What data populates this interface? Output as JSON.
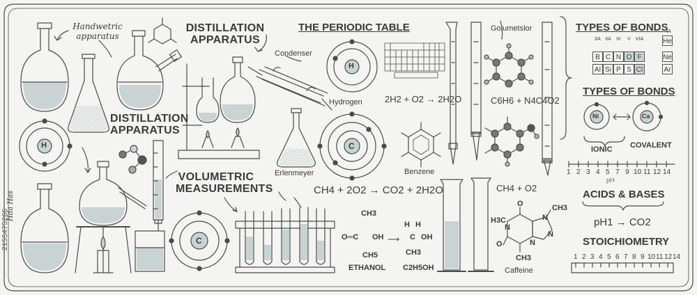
{
  "labels": {
    "handwritten_apparatus": "Handwetric apparatus",
    "distillation_top": "DISTILLATION APPARATUS",
    "distillation_left": "DISTILLATION APPARATUS",
    "periodic_table": "THE PERIODIC TABLE",
    "condenser": "Condenser",
    "hydrogen": "Hydrogen",
    "h_symbol": "H",
    "c_symbol": "C",
    "erlenmeyer": "Erlenmeyer",
    "benzene": "Benzene",
    "volumetric": "VOLUMETRIC MEASUREMENTS",
    "golumetslor": "Golumetslor",
    "caffeine": "Caffeine",
    "ethanol": "ETHANOL",
    "c2h5oh": "C2H5OH",
    "side_text": "Hda Has",
    "stock_id": "2155475266"
  },
  "equations": {
    "hydrogen_rxn": "2H2 + O2 → 2H2O",
    "c6h6_formula": "C6H6 + N4C4O2",
    "methane_combustion": "CH4 + 2O2 → CO2 + 2H2O",
    "ch4_o2": "CH4 + O2",
    "ph_co2": "pH1 → CO2"
  },
  "ethanol_struct": {
    "ch3_top": "CH3",
    "o_eq_c": "O═C",
    "oh": "OH",
    "ch5": "CH5",
    "h_left": "H",
    "h_right": "H",
    "c_mid": "C",
    "oh2": "OH",
    "ch3_bottom": "CH3"
  },
  "caffeine_struct": {
    "ch3_top": "CH3",
    "o_top": "O",
    "h3c": "H3C",
    "n1": "N",
    "n2": "N",
    "n3": "N",
    "n4": "N",
    "o_bottom": "O",
    "ch3_bottom": "CH3"
  },
  "panel": {
    "types_of_bonds_1": "TYPES OF BONDS",
    "types_of_bonds_2": "TYPES OF BONDS",
    "ionic": "IONIC",
    "covalent": "COVALENT",
    "ni": "Ni",
    "ca": "Ca",
    "ph_label": "pH",
    "acids_bases": "ACIDS & BASES",
    "stoichiometry": "STOICHIOMETRY",
    "groups": [
      "IIA",
      "IIA",
      "IV",
      "V",
      "VIA",
      "IA"
    ],
    "row1": [
      "",
      "",
      "",
      "",
      "",
      "He"
    ],
    "row2": [
      "B",
      "C",
      "N",
      "O",
      "F",
      "Ne"
    ],
    "row3": [
      "Al",
      "Si",
      "P",
      "S",
      "Cl",
      "Ar"
    ],
    "ph_ticks": [
      "1",
      "2",
      "3",
      "4",
      "5",
      "7",
      "9",
      "10",
      "11",
      "12",
      "14"
    ],
    "stoich_ticks": [
      "1",
      "2",
      "3",
      "4",
      "5",
      "6",
      "7",
      "8",
      "9",
      "10",
      "11",
      "12",
      "14"
    ]
  }
}
